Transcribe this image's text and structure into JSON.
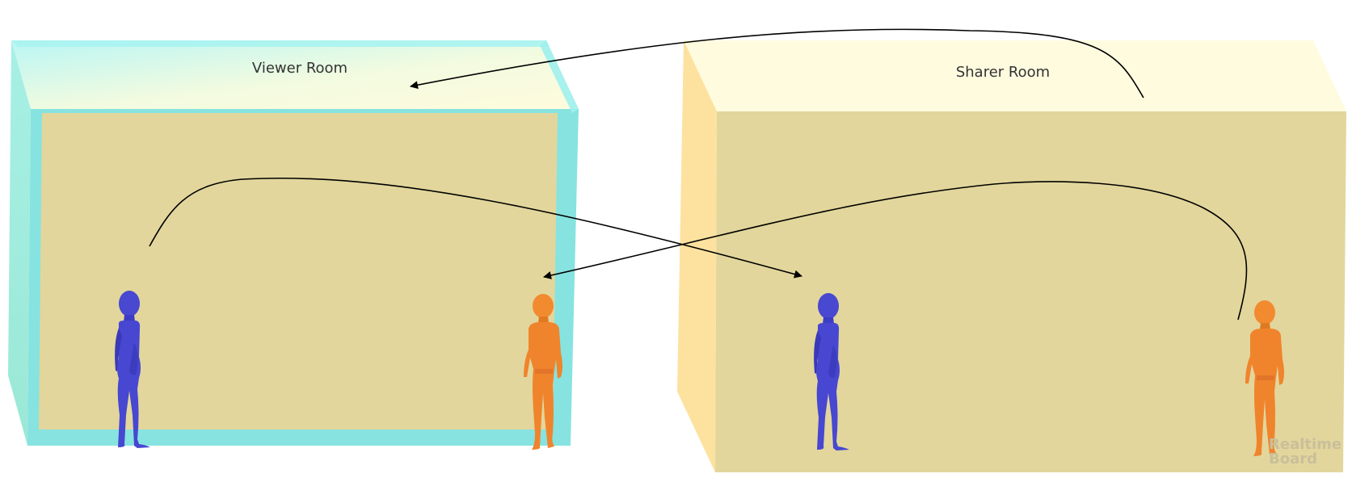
{
  "diagram": {
    "rooms": [
      {
        "id": "viewer",
        "label": "Viewer Room"
      },
      {
        "id": "sharer",
        "label": "Sharer Room"
      }
    ],
    "figures": [
      {
        "room": "viewer",
        "color": "#4747d1"
      },
      {
        "room": "viewer",
        "color": "#f0842c"
      },
      {
        "room": "sharer",
        "color": "#4747d1"
      },
      {
        "room": "sharer",
        "color": "#f0842c"
      }
    ],
    "watermark": {
      "line1": "Realtime",
      "line2": "Board"
    }
  },
  "colors": {
    "viewer_wall": "#e2d69c",
    "viewer_frame": "#86e3e0",
    "sharer_wall": "#e2d69c",
    "sharer_side": "#fde29f",
    "sharer_top": "#fffbdf",
    "blue_figure": "#4747d1",
    "orange_figure": "#f0842c",
    "arrow": "#000000"
  }
}
